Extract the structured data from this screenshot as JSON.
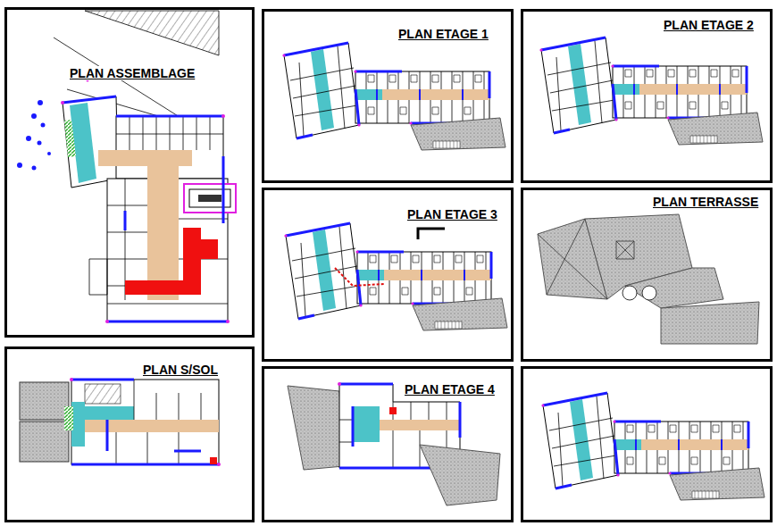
{
  "diagram": {
    "nodes": [
      {
        "text": [
          "PLAN ASSEMBLAGE"
        ]
      },
      {
        "text": [
          "PLAN ETAGE 1"
        ]
      },
      {
        "text": [
          "PLAN ETAGE 2"
        ]
      },
      {
        "text": [
          "PLAN ETAGE 3"
        ]
      },
      {
        "text": [
          "PLAN TERRASSE"
        ]
      },
      {
        "text": [
          "PLAN S/SOL"
        ]
      },
      {
        "text": [
          "PLAN ETAGE 4"
        ]
      }
    ]
  }
}
